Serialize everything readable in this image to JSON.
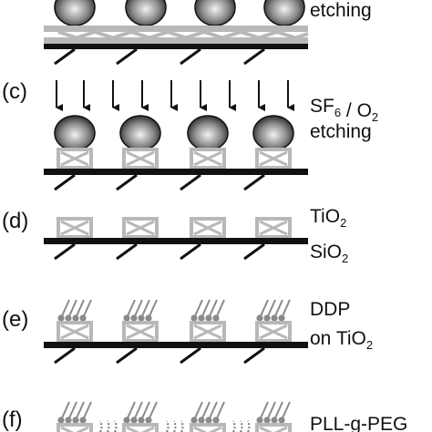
{
  "colors": {
    "ink": "#111111",
    "box_gray": "#b8b8b8",
    "particle_dark": "#1a1a1a",
    "particle_light": "#f2f2f2",
    "ddp_gray": "#8a8a8a",
    "peg_gray": "#777777"
  },
  "panels": [
    {
      "id": "b",
      "letter": "",
      "caption_lines": [
        {
          "parts": [
            {
              "t": "etching"
            }
          ]
        }
      ]
    },
    {
      "id": "c",
      "letter": "(c)",
      "caption_lines": [
        {
          "parts": [
            {
              "t": "SF"
            },
            {
              "t": "6",
              "sub": true
            },
            {
              "t": " / O"
            },
            {
              "t": "2",
              "sub": true
            }
          ]
        },
        {
          "parts": [
            {
              "t": "etching"
            }
          ]
        }
      ]
    },
    {
      "id": "d",
      "letter": "(d)",
      "caption_lines": [
        {
          "parts": [
            {
              "t": "TiO"
            },
            {
              "t": "2",
              "sub": true
            }
          ]
        },
        {
          "parts": [
            {
              "t": "SiO"
            },
            {
              "t": "2",
              "sub": true
            }
          ]
        }
      ]
    },
    {
      "id": "e",
      "letter": "(e)",
      "caption_lines": [
        {
          "parts": [
            {
              "t": "DDP"
            }
          ]
        },
        {
          "parts": [
            {
              "t": "on TiO"
            },
            {
              "t": "2",
              "sub": true
            }
          ]
        }
      ]
    },
    {
      "id": "f",
      "letter": "(f)",
      "caption_lines": [
        {
          "parts": [
            {
              "t": "PLL-g-PEG"
            }
          ]
        }
      ]
    }
  ]
}
